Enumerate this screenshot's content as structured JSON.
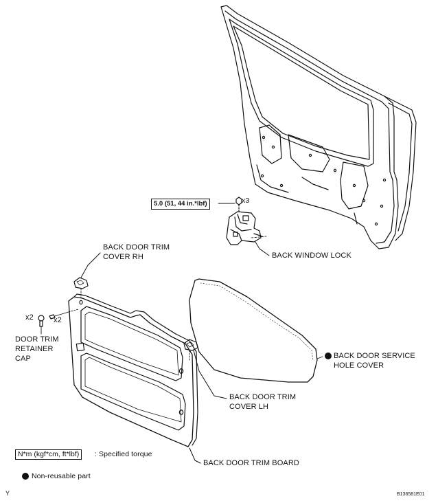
{
  "labels": {
    "torque_value": "5.0 (51, 44 in.*lbf)",
    "qty_lock_bolt": "x3",
    "back_window_lock": "BACK WINDOW LOCK",
    "trim_cover_rh_line1": "BACK DOOR TRIM",
    "trim_cover_rh_line2": "COVER RH",
    "qty_cap": "x2",
    "qty_screw": "x2",
    "retainer_cap_line1": "DOOR TRIM",
    "retainer_cap_line2": "RETAINER",
    "retainer_cap_line3": "CAP",
    "service_cover_line1": "BACK DOOR SERVICE",
    "service_cover_line2": "HOLE COVER",
    "trim_cover_lh_line1": "BACK DOOR TRIM",
    "trim_cover_lh_line2": "COVER LH",
    "trim_board": "BACK DOOR TRIM BOARD"
  },
  "legend": {
    "torque_units": "N*m (kgf*cm, ft*lbf)",
    "torque_desc": ": Specified torque",
    "non_reusable": "Non-reusable part"
  },
  "footer": {
    "corner_left": "Y",
    "figure_code": "B136581E01"
  }
}
